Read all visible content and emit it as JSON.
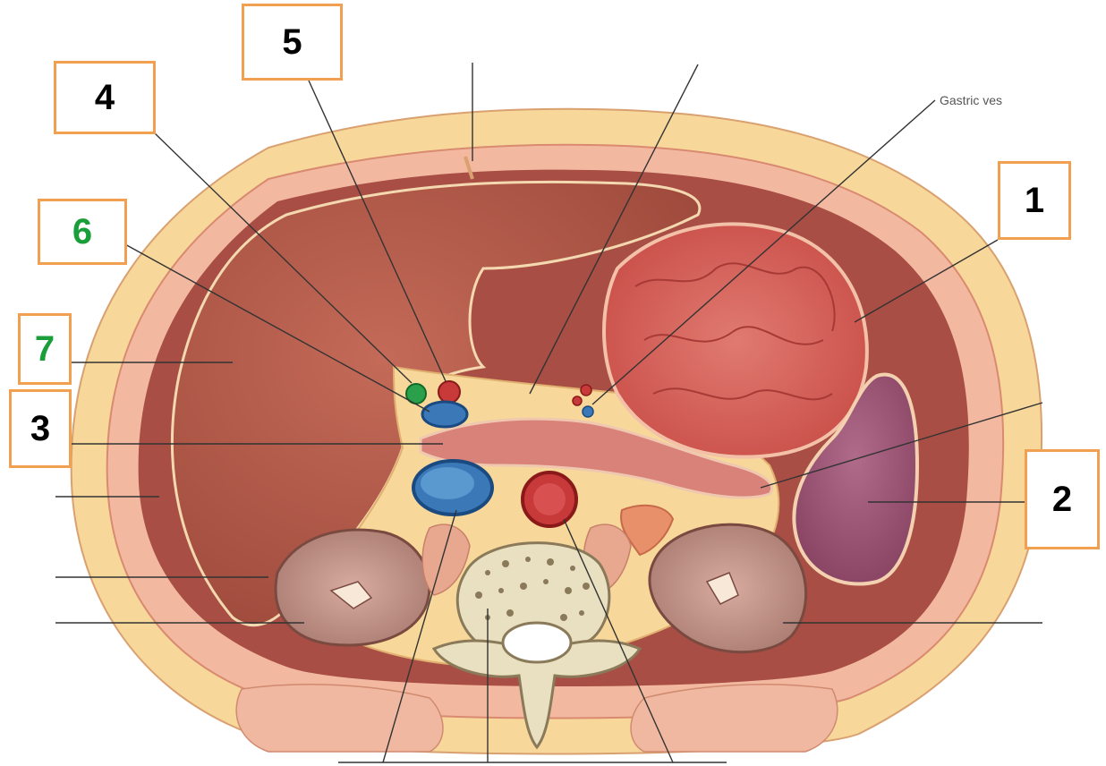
{
  "diagram": {
    "labels": [
      {
        "id": "1",
        "text": "1",
        "color": "#000000"
      },
      {
        "id": "2",
        "text": "2",
        "color": "#000000"
      },
      {
        "id": "3",
        "text": "3",
        "color": "#000000"
      },
      {
        "id": "4",
        "text": "4",
        "color": "#000000"
      },
      {
        "id": "5",
        "text": "5",
        "color": "#000000"
      },
      {
        "id": "6",
        "text": "6",
        "color": "#1a9e3a"
      },
      {
        "id": "7",
        "text": "7",
        "color": "#1a9e3a"
      }
    ],
    "figure_text": "Gastric ves"
  },
  "colors": {
    "box_border": "#f0a050",
    "skin_fat": "#f7d89a",
    "liver": "#b85a4a",
    "stomach": "#d9605a",
    "spleen": "#9a5070",
    "kidney": "#b98c80",
    "vein": "#3a78b8",
    "artery": "#c83a3a",
    "bone": "#e8e0c0"
  }
}
